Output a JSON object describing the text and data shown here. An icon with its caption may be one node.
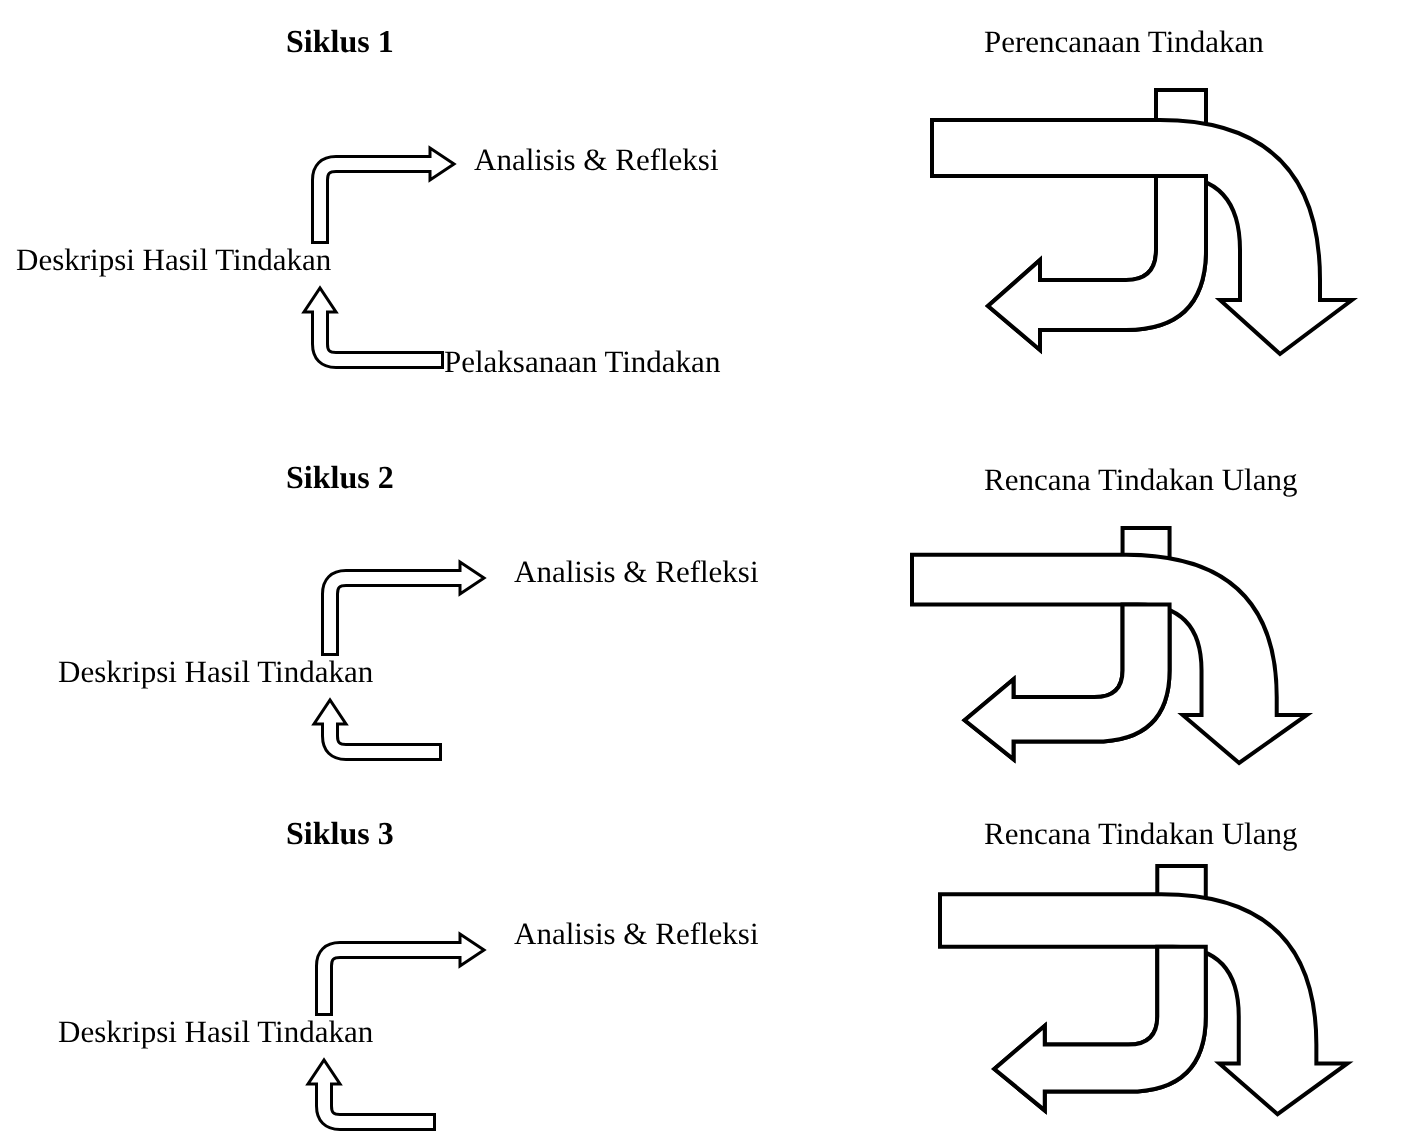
{
  "diagram": {
    "nodes": [
      {
        "text": [
          "Analisis & Refleksi"
        ]
      },
      {
        "text": [
          "Deskripsi Hasil Tindakan"
        ]
      },
      {
        "text": [
          "Pelaksanaan Tindakan"
        ]
      },
      {
        "text": [
          "Analisis & Refleksi"
        ]
      },
      {
        "text": [
          "Deskripsi Hasil Tindakan"
        ]
      },
      {
        "text": [
          "Analisis & Refleksi"
        ]
      },
      {
        "text": [
          "Deskripsi Hasil Tindakan"
        ]
      }
    ],
    "edges": [
      {
        "from": 2,
        "to": 1,
        "arrow": "to"
      },
      {
        "from": 1,
        "to": 0,
        "arrow": "to"
      },
      {
        "from": null,
        "to": 4,
        "arrow": "to"
      },
      {
        "from": 4,
        "to": 3,
        "arrow": "to"
      },
      {
        "from": null,
        "to": 6,
        "arrow": "to"
      },
      {
        "from": 6,
        "to": 5,
        "arrow": "to"
      }
    ],
    "labels": [
      "Siklus 1",
      "Perencanaan Tindakan",
      "Siklus 2",
      "Rencana Tindakan Ulang",
      "Siklus 3",
      "Rencana Tindakan Ulang"
    ]
  }
}
